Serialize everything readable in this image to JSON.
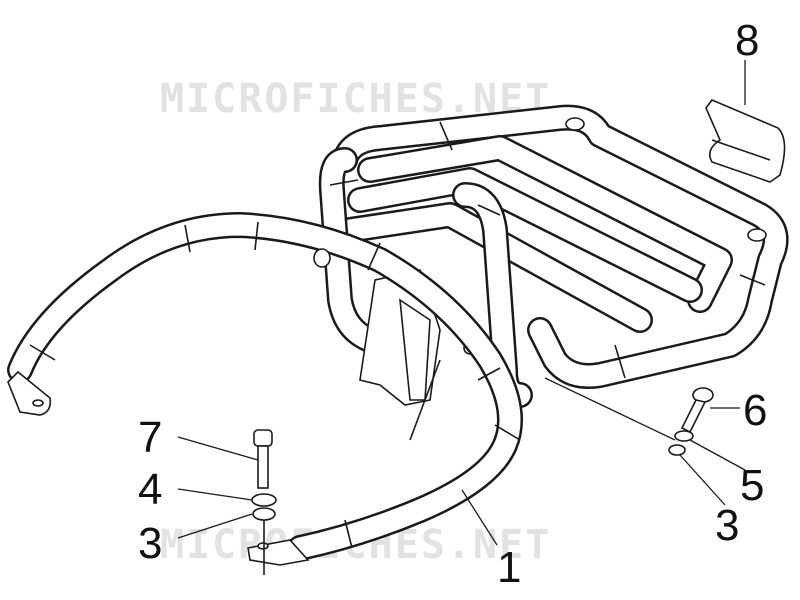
{
  "watermark": "MICROFICHES.NET",
  "parts": [
    {
      "id": "part-1",
      "number": "1"
    },
    {
      "id": "part-3a",
      "number": "3"
    },
    {
      "id": "part-3b",
      "number": "3"
    },
    {
      "id": "part-4",
      "number": "4"
    },
    {
      "id": "part-5",
      "number": "5"
    },
    {
      "id": "part-6",
      "number": "6"
    },
    {
      "id": "part-7",
      "number": "7"
    },
    {
      "id": "part-8",
      "number": "8"
    }
  ],
  "colors": {
    "ink": "#1a1a1a",
    "watermark": "#e2e2e2",
    "background": "#ffffff"
  }
}
